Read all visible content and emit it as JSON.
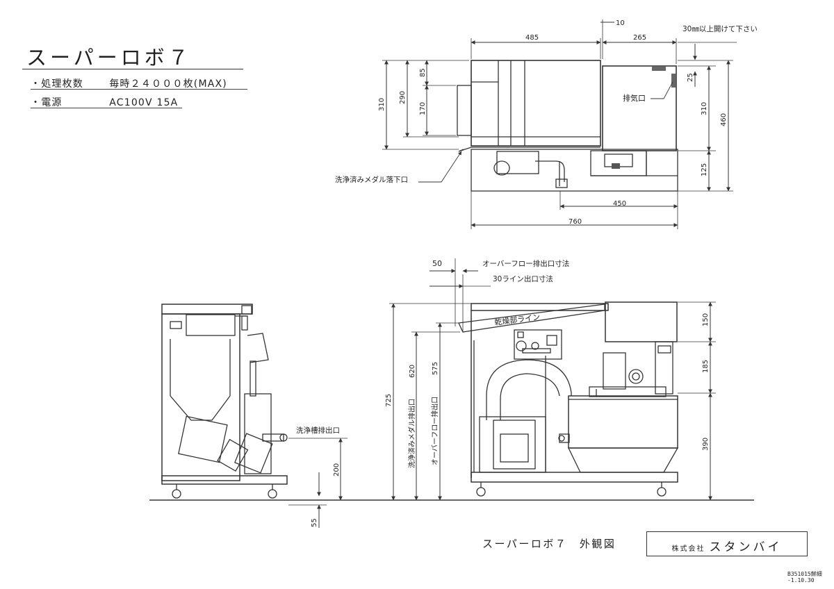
{
  "header": {
    "title": "スーパーロボ７",
    "specs": [
      {
        "bullet": "・",
        "label": "処理枚数",
        "value": "毎時２４０００枚(MAX)"
      },
      {
        "bullet": "・",
        "label": "電源",
        "value": "AC100V 15A"
      }
    ]
  },
  "top_view": {
    "dims": {
      "d485": "485",
      "d10": "10",
      "d265": "265",
      "d310_left": "310",
      "d290": "290",
      "d85": "85",
      "d170": "170",
      "d25": "25",
      "d310_right": "310",
      "d460": "460",
      "d125": "125",
      "d450": "450",
      "d760": "760"
    },
    "labels": {
      "clearance_note": "30㎜以上開けて下さい",
      "exhaust_port": "排気口",
      "medal_drop_port": "洗浄済みメダル落下口"
    }
  },
  "side_view": {
    "labels": {
      "washtank_drain": "洗浄槽排出口"
    },
    "dims": {
      "d200": "200",
      "d55": "55"
    }
  },
  "front_view": {
    "labels": {
      "overflow_dim_note": "オーバーフロー排出口寸法",
      "line30_note": "30ライン出口寸法",
      "dryer_line": "乾燥部ライン",
      "washed_medal_outlet": "洗浄済みメダル排出口",
      "overflow_outlet": "オーバーフロー排出口"
    },
    "dims": {
      "d50": "50",
      "d725": "725",
      "d620": "620",
      "d575": "575",
      "d150": "150",
      "d185": "185",
      "d390": "390"
    }
  },
  "footer": {
    "drawing_title": "スーパーロボ７　外観図",
    "company_prefix": "株式会社",
    "company_name": "スタンバイ",
    "doc_number": "B351015鮮細",
    "doc_date": "-1.10.30"
  }
}
